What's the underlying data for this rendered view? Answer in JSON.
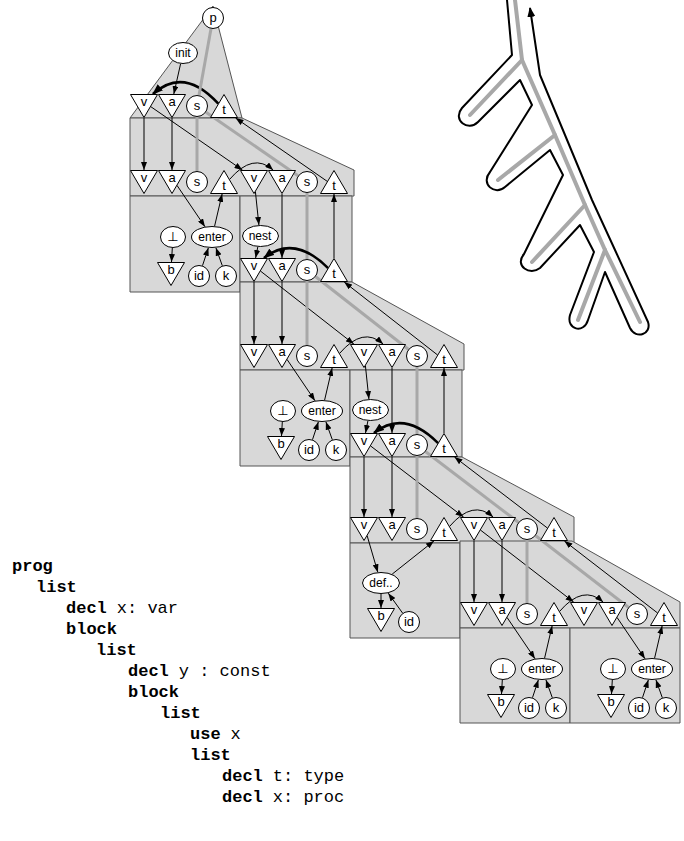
{
  "diagram": {
    "nodes": [
      {
        "text": [
          "p"
        ]
      },
      {
        "text": [
          "init"
        ]
      },
      {
        "text": [
          "v"
        ]
      },
      {
        "text": [
          "a"
        ]
      },
      {
        "text": [
          "s"
        ]
      },
      {
        "text": [
          "t"
        ]
      },
      {
        "text": [
          "v"
        ]
      },
      {
        "text": [
          "a"
        ]
      },
      {
        "text": [
          "s"
        ]
      },
      {
        "text": [
          "t"
        ]
      },
      {
        "text": [
          "v"
        ]
      },
      {
        "text": [
          "a"
        ]
      },
      {
        "text": [
          "s"
        ]
      },
      {
        "text": [
          "t"
        ]
      },
      {
        "text": [
          "⊥"
        ]
      },
      {
        "text": [
          "enter"
        ]
      },
      {
        "text": [
          "nest"
        ]
      },
      {
        "text": [
          "b"
        ]
      },
      {
        "text": [
          "id"
        ]
      },
      {
        "text": [
          "k"
        ]
      },
      {
        "text": [
          "v"
        ]
      },
      {
        "text": [
          "a"
        ]
      },
      {
        "text": [
          "s"
        ]
      },
      {
        "text": [
          "t"
        ]
      },
      {
        "text": [
          "v"
        ]
      },
      {
        "text": [
          "a"
        ]
      },
      {
        "text": [
          "s"
        ]
      },
      {
        "text": [
          "t"
        ]
      },
      {
        "text": [
          "v"
        ]
      },
      {
        "text": [
          "a"
        ]
      },
      {
        "text": [
          "s"
        ]
      },
      {
        "text": [
          "t"
        ]
      },
      {
        "text": [
          "⊥"
        ]
      },
      {
        "text": [
          "enter"
        ]
      },
      {
        "text": [
          "nest"
        ]
      },
      {
        "text": [
          "b"
        ]
      },
      {
        "text": [
          "id"
        ]
      },
      {
        "text": [
          "k"
        ]
      },
      {
        "text": [
          "v"
        ]
      },
      {
        "text": [
          "a"
        ]
      },
      {
        "text": [
          "s"
        ]
      },
      {
        "text": [
          "t"
        ]
      },
      {
        "text": [
          "v"
        ]
      },
      {
        "text": [
          "a"
        ]
      },
      {
        "text": [
          "s"
        ]
      },
      {
        "text": [
          "t"
        ]
      },
      {
        "text": [
          "v"
        ]
      },
      {
        "text": [
          "a"
        ]
      },
      {
        "text": [
          "s"
        ]
      },
      {
        "text": [
          "t"
        ]
      },
      {
        "text": [
          "def.."
        ]
      },
      {
        "text": [
          "b"
        ]
      },
      {
        "text": [
          "id"
        ]
      },
      {
        "text": [
          "v"
        ]
      },
      {
        "text": [
          "a"
        ]
      },
      {
        "text": [
          "s"
        ]
      },
      {
        "text": [
          "t"
        ]
      },
      {
        "text": [
          "v"
        ]
      },
      {
        "text": [
          "a"
        ]
      },
      {
        "text": [
          "s"
        ]
      },
      {
        "text": [
          "t"
        ]
      },
      {
        "text": [
          "⊥"
        ]
      },
      {
        "text": [
          "enter"
        ]
      },
      {
        "text": [
          "⊥"
        ]
      },
      {
        "text": [
          "enter"
        ]
      },
      {
        "text": [
          "b"
        ]
      },
      {
        "text": [
          "id"
        ]
      },
      {
        "text": [
          "k"
        ]
      },
      {
        "text": [
          "b"
        ]
      },
      {
        "text": [
          "id"
        ]
      },
      {
        "text": [
          "k"
        ]
      }
    ],
    "edges": [
      {
        "from": 1,
        "to": 3,
        "arrow": "to"
      },
      {
        "from": 5,
        "to": 2,
        "arrow": "to"
      },
      {
        "from": 0,
        "to": 4,
        "arrow": "none"
      },
      {
        "from": 2,
        "to": 6,
        "arrow": "to"
      },
      {
        "from": 3,
        "to": 7,
        "arrow": "to"
      },
      {
        "from": 2,
        "to": 10,
        "arrow": "to"
      },
      {
        "from": 9,
        "to": 11,
        "arrow": "to"
      },
      {
        "from": 13,
        "to": 5,
        "arrow": "to"
      },
      {
        "from": 4,
        "to": 8,
        "arrow": "none"
      },
      {
        "from": 4,
        "to": 12,
        "arrow": "none"
      },
      {
        "from": 7,
        "to": 15,
        "arrow": "to"
      },
      {
        "from": 14,
        "to": 17,
        "arrow": "to"
      },
      {
        "from": 18,
        "to": 15,
        "arrow": "to"
      },
      {
        "from": 19,
        "to": 15,
        "arrow": "to"
      },
      {
        "from": 15,
        "to": 9,
        "arrow": "to"
      },
      {
        "from": 10,
        "to": 16,
        "arrow": "to"
      },
      {
        "from": 16,
        "to": 20,
        "arrow": "to"
      },
      {
        "from": 11,
        "to": 21,
        "arrow": "to"
      },
      {
        "from": 23,
        "to": 13,
        "arrow": "to"
      },
      {
        "from": 12,
        "to": 22,
        "arrow": "none"
      },
      {
        "from": 23,
        "to": 20,
        "arrow": "to"
      },
      {
        "from": 20,
        "to": 24,
        "arrow": "to"
      },
      {
        "from": 21,
        "to": 25,
        "arrow": "to"
      },
      {
        "from": 20,
        "to": 28,
        "arrow": "to"
      },
      {
        "from": 27,
        "to": 29,
        "arrow": "to"
      },
      {
        "from": 31,
        "to": 23,
        "arrow": "to"
      },
      {
        "from": 22,
        "to": 26,
        "arrow": "none"
      },
      {
        "from": 22,
        "to": 30,
        "arrow": "none"
      },
      {
        "from": 25,
        "to": 33,
        "arrow": "to"
      },
      {
        "from": 32,
        "to": 35,
        "arrow": "to"
      },
      {
        "from": 36,
        "to": 33,
        "arrow": "to"
      },
      {
        "from": 37,
        "to": 33,
        "arrow": "to"
      },
      {
        "from": 33,
        "to": 27,
        "arrow": "to"
      },
      {
        "from": 28,
        "to": 34,
        "arrow": "to"
      },
      {
        "from": 34,
        "to": 38,
        "arrow": "to"
      },
      {
        "from": 29,
        "to": 39,
        "arrow": "to"
      },
      {
        "from": 41,
        "to": 31,
        "arrow": "to"
      },
      {
        "from": 30,
        "to": 40,
        "arrow": "none"
      },
      {
        "from": 41,
        "to": 38,
        "arrow": "to"
      },
      {
        "from": 38,
        "to": 42,
        "arrow": "to"
      },
      {
        "from": 39,
        "to": 43,
        "arrow": "to"
      },
      {
        "from": 38,
        "to": 46,
        "arrow": "to"
      },
      {
        "from": 45,
        "to": 47,
        "arrow": "to"
      },
      {
        "from": 49,
        "to": 41,
        "arrow": "to"
      },
      {
        "from": 40,
        "to": 44,
        "arrow": "none"
      },
      {
        "from": 40,
        "to": 48,
        "arrow": "none"
      },
      {
        "from": 42,
        "to": 50,
        "arrow": "to"
      },
      {
        "from": 50,
        "to": 51,
        "arrow": "to"
      },
      {
        "from": 52,
        "to": 50,
        "arrow": "to"
      },
      {
        "from": 50,
        "to": 45,
        "arrow": "to"
      },
      {
        "from": 46,
        "to": 53,
        "arrow": "to"
      },
      {
        "from": 47,
        "to": 54,
        "arrow": "to"
      },
      {
        "from": 46,
        "to": 57,
        "arrow": "to"
      },
      {
        "from": 56,
        "to": 58,
        "arrow": "to"
      },
      {
        "from": 60,
        "to": 49,
        "arrow": "to"
      },
      {
        "from": 48,
        "to": 55,
        "arrow": "none"
      },
      {
        "from": 48,
        "to": 59,
        "arrow": "none"
      },
      {
        "from": 54,
        "to": 62,
        "arrow": "to"
      },
      {
        "from": 61,
        "to": 65,
        "arrow": "to"
      },
      {
        "from": 66,
        "to": 62,
        "arrow": "to"
      },
      {
        "from": 67,
        "to": 62,
        "arrow": "to"
      },
      {
        "from": 62,
        "to": 56,
        "arrow": "to"
      },
      {
        "from": 58,
        "to": 64,
        "arrow": "to"
      },
      {
        "from": 63,
        "to": 68,
        "arrow": "to"
      },
      {
        "from": 69,
        "to": 64,
        "arrow": "to"
      },
      {
        "from": 70,
        "to": 64,
        "arrow": "to"
      },
      {
        "from": 64,
        "to": 60,
        "arrow": "to"
      }
    ],
    "labels": [
      "prog",
      "list",
      "decl",
      "x: var",
      "block",
      "list",
      "decl",
      "y : const",
      "block",
      "list",
      "use",
      "x",
      "list",
      "decl",
      "t: type",
      "decl",
      "x: proc"
    ]
  }
}
